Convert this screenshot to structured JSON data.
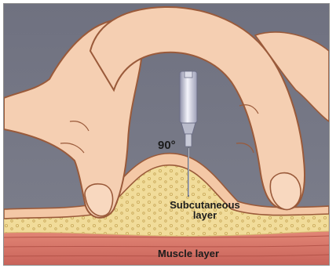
{
  "labels": {
    "angle": "90°",
    "subcutaneous_line1": "Subcutaneous",
    "subcutaneous_line2": "layer",
    "muscle": "Muscle layer"
  },
  "colors": {
    "background": "#737584",
    "skin": "#f4c8a6",
    "skin_outline": "#9a5a3a",
    "fat": "#f1dc9a",
    "muscle": "#d9776a",
    "syringe": "#c9cbd8"
  }
}
